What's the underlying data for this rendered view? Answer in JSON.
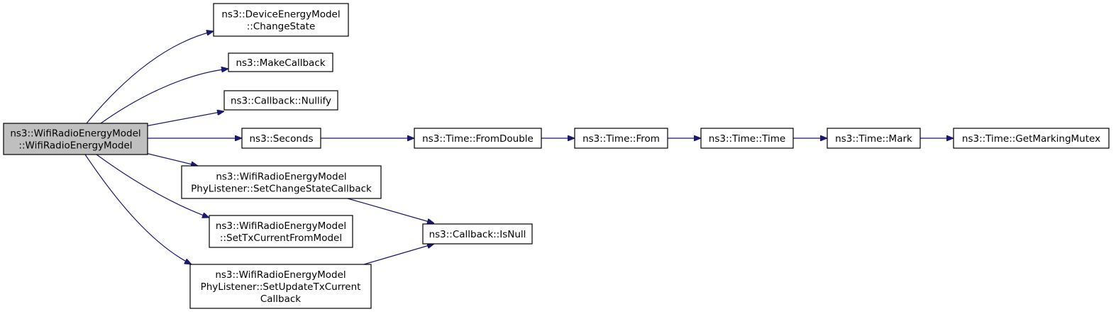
{
  "colors": {
    "edge": "#191970",
    "node_fill": "#ffffff",
    "root_fill": "#bfbfbf",
    "border": "#000000"
  },
  "nodes": [
    {
      "id": "root",
      "lines": [
        "ns3::WifiRadioEnergyModel",
        "::WifiRadioEnergyModel"
      ],
      "highlighted": true
    },
    {
      "id": "change-state",
      "lines": [
        "ns3::DeviceEnergyModel",
        "::ChangeState"
      ]
    },
    {
      "id": "make-callback",
      "lines": [
        "ns3::MakeCallback"
      ]
    },
    {
      "id": "nullify",
      "lines": [
        "ns3::Callback::Nullify"
      ]
    },
    {
      "id": "seconds",
      "lines": [
        "ns3::Seconds"
      ]
    },
    {
      "id": "set-change-state-callback",
      "lines": [
        "ns3::WifiRadioEnergyModel",
        "PhyListener::SetChangeStateCallback"
      ]
    },
    {
      "id": "set-tx-current-from-model",
      "lines": [
        "ns3::WifiRadioEnergyModel",
        "::SetTxCurrentFromModel"
      ]
    },
    {
      "id": "set-update-tx-current-callback",
      "lines": [
        "ns3::WifiRadioEnergyModel",
        "PhyListener::SetUpdateTxCurrent",
        "Callback"
      ]
    },
    {
      "id": "from-double",
      "lines": [
        "ns3::Time::FromDouble"
      ]
    },
    {
      "id": "time-from",
      "lines": [
        "ns3::Time::From"
      ]
    },
    {
      "id": "time-time",
      "lines": [
        "ns3::Time::Time"
      ]
    },
    {
      "id": "time-mark",
      "lines": [
        "ns3::Time::Mark"
      ]
    },
    {
      "id": "get-marking-mutex",
      "lines": [
        "ns3::Time::GetMarkingMutex"
      ]
    },
    {
      "id": "is-null",
      "lines": [
        "ns3::Callback::IsNull"
      ]
    }
  ],
  "edges": [
    {
      "from": "root",
      "to": "change-state"
    },
    {
      "from": "root",
      "to": "make-callback"
    },
    {
      "from": "root",
      "to": "nullify"
    },
    {
      "from": "root",
      "to": "seconds"
    },
    {
      "from": "root",
      "to": "set-change-state-callback"
    },
    {
      "from": "root",
      "to": "set-tx-current-from-model"
    },
    {
      "from": "root",
      "to": "set-update-tx-current-callback"
    },
    {
      "from": "seconds",
      "to": "from-double"
    },
    {
      "from": "from-double",
      "to": "time-from"
    },
    {
      "from": "time-from",
      "to": "time-time"
    },
    {
      "from": "time-time",
      "to": "time-mark"
    },
    {
      "from": "time-mark",
      "to": "get-marking-mutex"
    },
    {
      "from": "set-change-state-callback",
      "to": "is-null"
    },
    {
      "from": "set-update-tx-current-callback",
      "to": "is-null"
    }
  ]
}
